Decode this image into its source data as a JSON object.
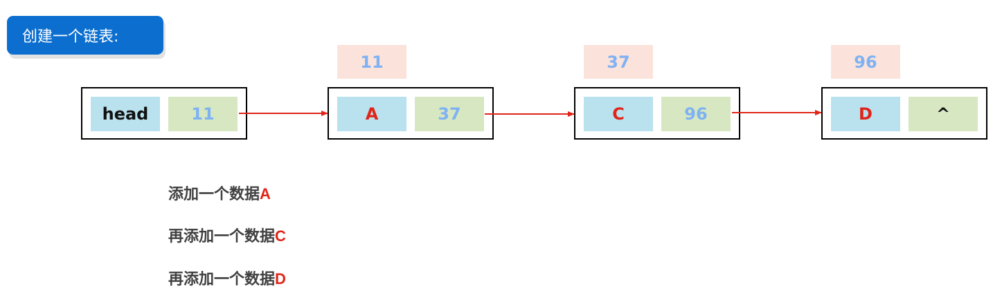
{
  "title": "创建一个链表:",
  "colors": {
    "title_bg": "#0c6fd0",
    "data_cell": "#b9e1ee",
    "next_cell": "#d6e7c2",
    "addr_label": "#fbe3dc",
    "arrow": "#e02418",
    "letter": "#e02418",
    "number": "#7fb2f2"
  },
  "nodes": [
    {
      "data": "head",
      "next": "11"
    },
    {
      "data": "A",
      "next": "37",
      "address": "11"
    },
    {
      "data": "C",
      "next": "96",
      "address": "37"
    },
    {
      "data": "D",
      "next": "^",
      "address": "96"
    }
  ],
  "steps": [
    {
      "text": "添加一个数据",
      "tag": "A"
    },
    {
      "text": "再添加一个数据",
      "tag": "C"
    },
    {
      "text": "再添加一个数据",
      "tag": "D"
    }
  ]
}
